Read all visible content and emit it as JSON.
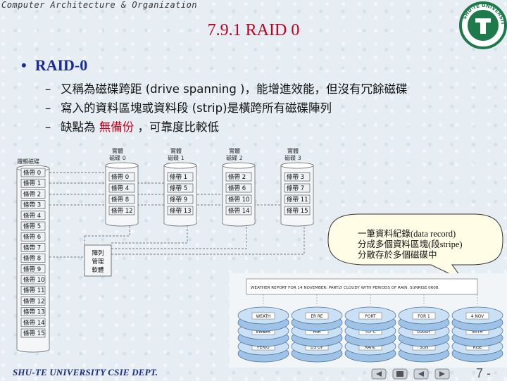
{
  "header": "Computer Architecture & Organization",
  "title": "7.9.1 RAID 0",
  "bullet": "RAID-0",
  "subpoints": {
    "p1": "又稱為磁碟跨距 (drive spanning )，能增進效能，但沒有冗餘磁碟",
    "p2": "寫入的資料區塊或資料段 (strip)是橫跨所有磁碟陣列",
    "p3_pre": "缺點為",
    "p3_red": "無備份",
    "p3_post": "，可靠度比較低"
  },
  "logical_disk": {
    "label": "邏輯磁碟",
    "strips": [
      "條帶 0",
      "條帶 1",
      "條帶 2",
      "條帶 3",
      "條帶 4",
      "條帶 5",
      "條帶 6",
      "條帶 7",
      "條帶 8",
      "條帶 9",
      "條帶 10",
      "條帶 11",
      "條帶 12",
      "條帶 13",
      "條帶 14",
      "條帶 15"
    ]
  },
  "physical_disks": [
    {
      "label1": "實體",
      "label2": "磁碟 0",
      "strips": [
        "條帶 0",
        "條帶 4",
        "條帶 8",
        "條帶 12"
      ]
    },
    {
      "label1": "實體",
      "label2": "磁碟 1",
      "strips": [
        "條帶 1",
        "條帶 5",
        "條帶 9",
        "條帶 13"
      ]
    },
    {
      "label1": "實體",
      "label2": "磁碟 2",
      "strips": [
        "條帶 2",
        "條帶 6",
        "條帶 10",
        "條帶 14"
      ]
    },
    {
      "label1": "實體",
      "label2": "磁碟 3",
      "strips": [
        "條帶 3",
        "條帶 7",
        "條帶 11",
        "條帶 15"
      ]
    }
  ],
  "array_software": [
    "陣列",
    "管理",
    "軟體"
  ],
  "callout": [
    "一筆資料紀錄(data record)",
    "分成多個資料區塊(段stripe)",
    "分散存於多個磁碟中"
  ],
  "weather": {
    "banner": "WEATHER REPORT FOR 14 NOVEMBER: PARTLY CLOUDY WITH PERIODS OF RAIN. SUNRISE 0608.",
    "disks": [
      [
        "WEATH",
        "EMBER",
        "PERIO"
      ],
      [
        "ER RE",
        "PAR",
        "DS OF"
      ],
      [
        "PORT",
        "TLY C",
        "RAIN."
      ],
      [
        "FOR 1",
        "LOUDY",
        "SUN"
      ],
      [
        "4 NOV",
        "WITH",
        "RISE"
      ]
    ]
  },
  "footer": "SHU-TE UNIVERSITY CSIE DEPT.",
  "page_number": "7 -",
  "logo_text": "SHU-TE UNIVERSITY",
  "colors": {
    "title": "#c0001e",
    "bullet": "#1a2a9a",
    "footer": "#1a2a8a",
    "logo": "#1e7a4a"
  }
}
